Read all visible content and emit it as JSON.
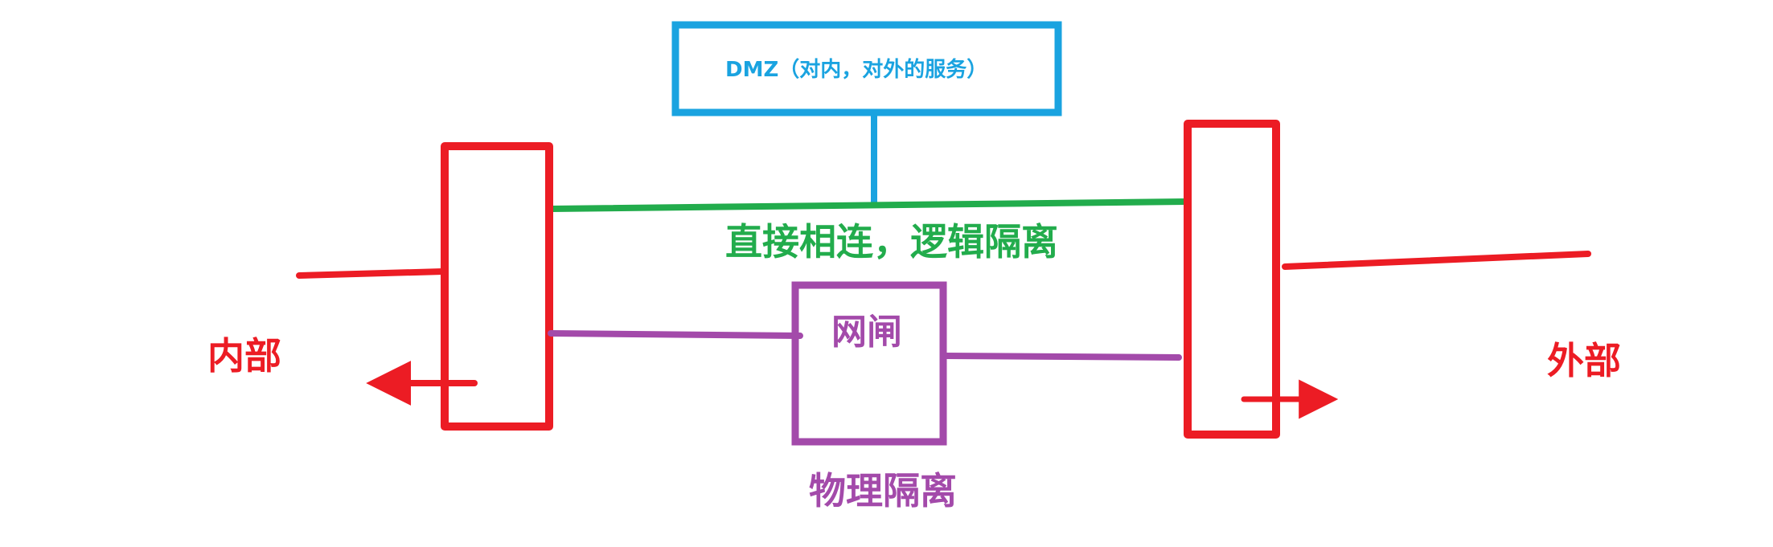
{
  "labels": {
    "dmz": "DMZ（对内，对外的服务）",
    "logical_isolation": "直接相连，逻辑隔离",
    "gatekeeper": "网闸",
    "physical_isolation": "物理隔离",
    "internal": "内部",
    "external": "外部"
  },
  "colors": {
    "firewall": "#ec1c24",
    "dmz": "#1aa3e0",
    "logical_link": "#22ac4c",
    "physical_link": "#a34aaa"
  }
}
